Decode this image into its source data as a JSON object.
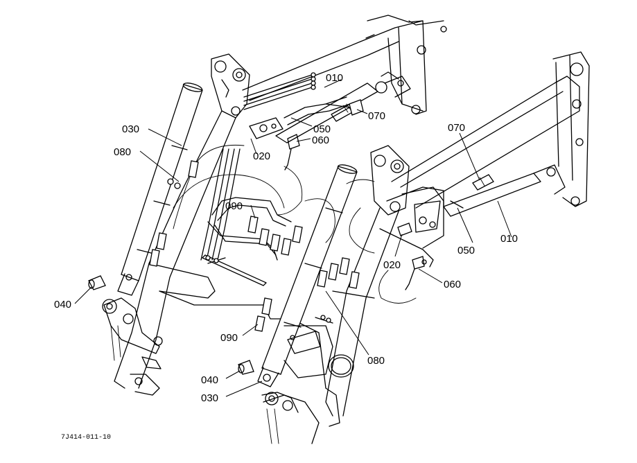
{
  "diagram_code": "7J414-011-10",
  "labels": [
    {
      "id": "lbl-010-top",
      "text": "010"
    },
    {
      "id": "lbl-070-top",
      "text": "070"
    },
    {
      "id": "lbl-050-top",
      "text": "050"
    },
    {
      "id": "lbl-060-top",
      "text": "060"
    },
    {
      "id": "lbl-020-top",
      "text": "020"
    },
    {
      "id": "lbl-030-left",
      "text": "030"
    },
    {
      "id": "lbl-080-left",
      "text": "080"
    },
    {
      "id": "lbl-090-upper",
      "text": "090"
    },
    {
      "id": "lbl-040-left",
      "text": "040"
    },
    {
      "id": "lbl-090-lower",
      "text": "090"
    },
    {
      "id": "lbl-040-lower",
      "text": "040"
    },
    {
      "id": "lbl-030-lower",
      "text": "030"
    },
    {
      "id": "lbl-080-right",
      "text": "080"
    },
    {
      "id": "lbl-070-right",
      "text": "070"
    },
    {
      "id": "lbl-010-right",
      "text": "010"
    },
    {
      "id": "lbl-050-right",
      "text": "050"
    },
    {
      "id": "lbl-020-right",
      "text": "020"
    },
    {
      "id": "lbl-060-right",
      "text": "060"
    }
  ]
}
